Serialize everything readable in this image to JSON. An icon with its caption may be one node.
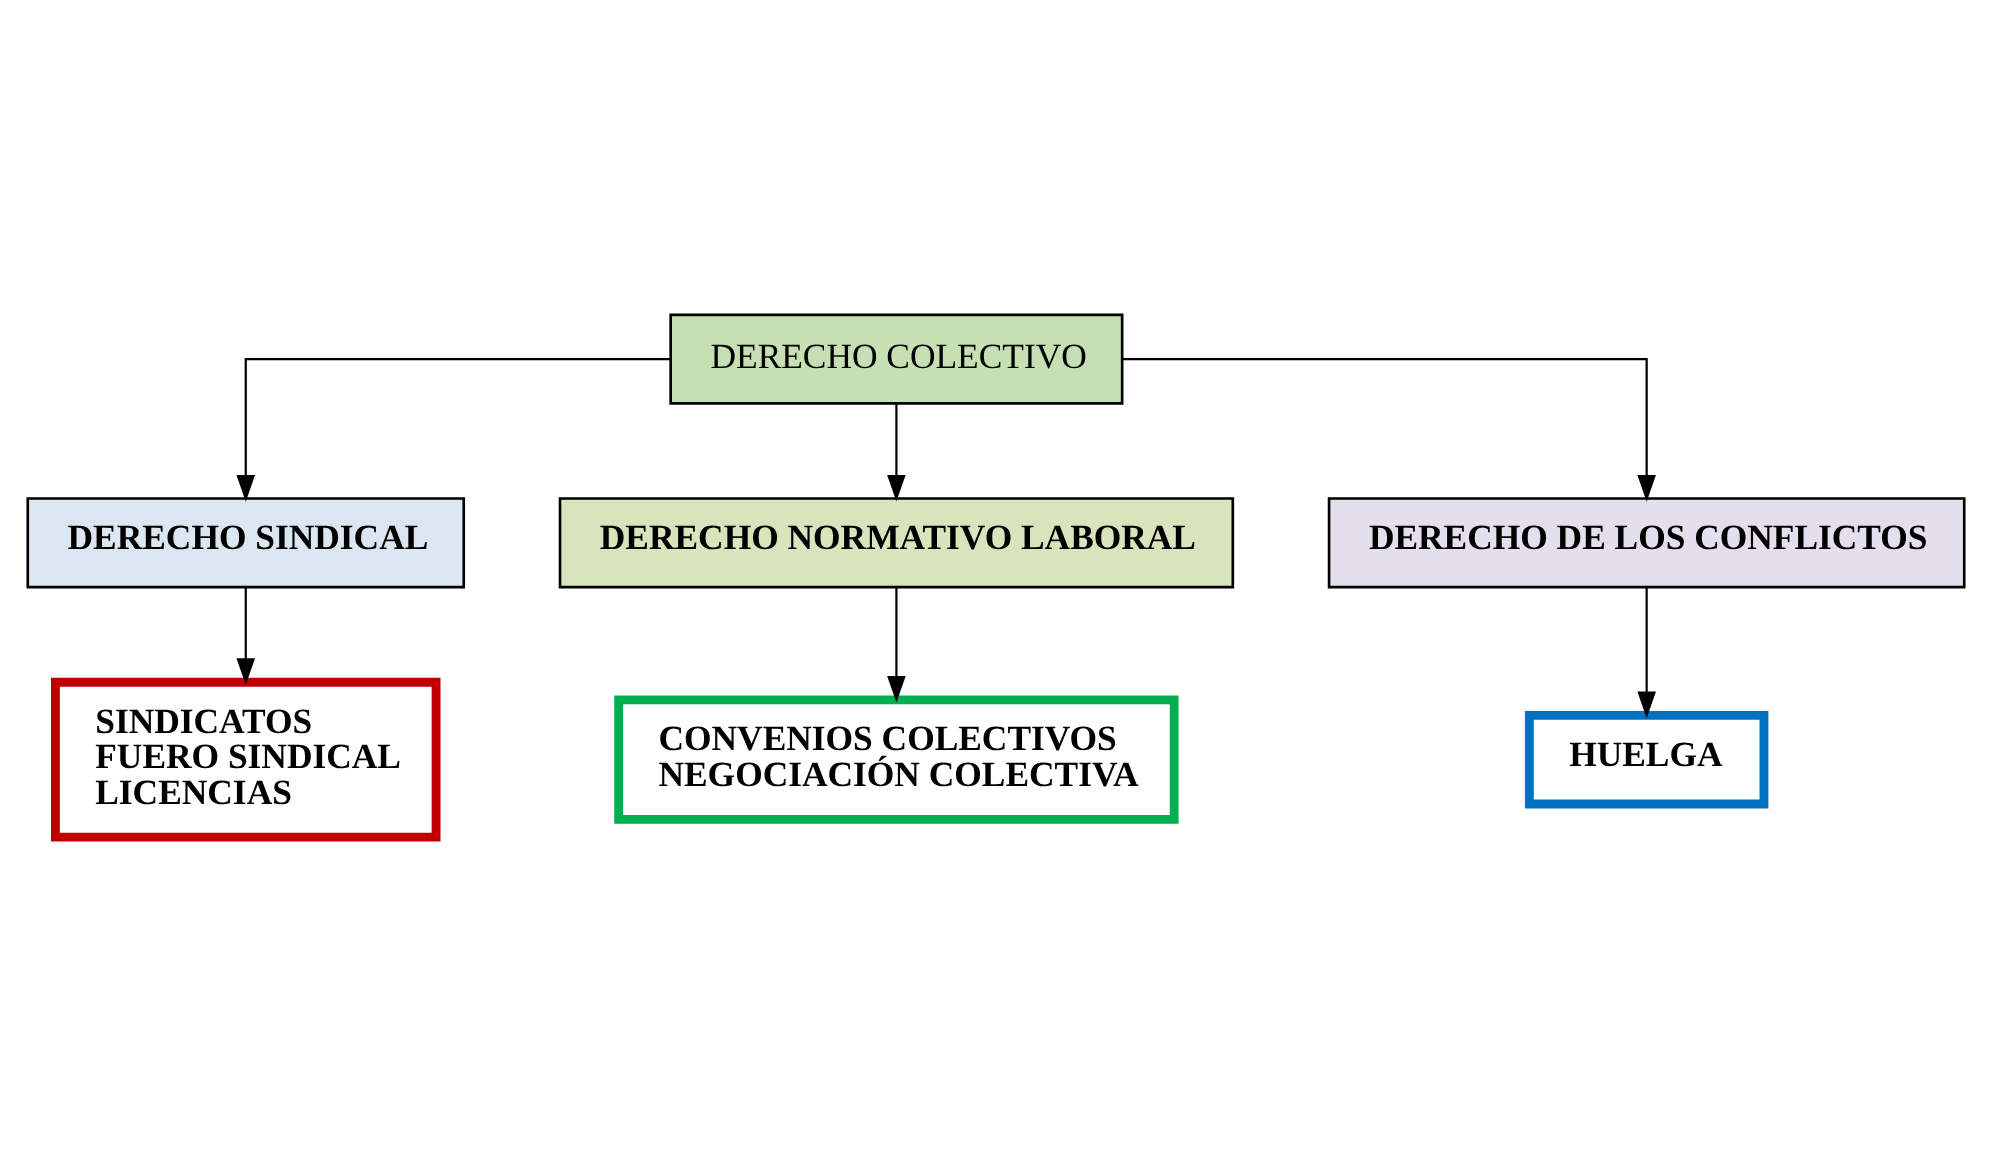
{
  "diagram": {
    "nodes": [
      {
        "text": [
          "DERECHO COLECTIVO"
        ]
      },
      {
        "text": [
          "DERECHO SINDICAL"
        ]
      },
      {
        "text": [
          "DERECHO NORMATIVO LABORAL"
        ]
      },
      {
        "text": [
          "DERECHO DE LOS CONFLICTOS"
        ]
      },
      {
        "text": [
          "SINDICATOS",
          "FUERO SINDICAL",
          "LICENCIAS"
        ]
      },
      {
        "text": [
          "CONVENIOS COLECTIVOS",
          "NEGOCIACIÓN COLECTIVA"
        ]
      },
      {
        "text": [
          "HUELGA"
        ]
      }
    ],
    "edges": [
      {
        "from": 0,
        "to": 1,
        "arrow": "to"
      },
      {
        "from": 0,
        "to": 2,
        "arrow": "to"
      },
      {
        "from": 0,
        "to": 3,
        "arrow": "to"
      },
      {
        "from": 1,
        "to": 4,
        "arrow": "to"
      },
      {
        "from": 2,
        "to": 5,
        "arrow": "to"
      },
      {
        "from": 3,
        "to": 6,
        "arrow": "to"
      }
    ]
  }
}
